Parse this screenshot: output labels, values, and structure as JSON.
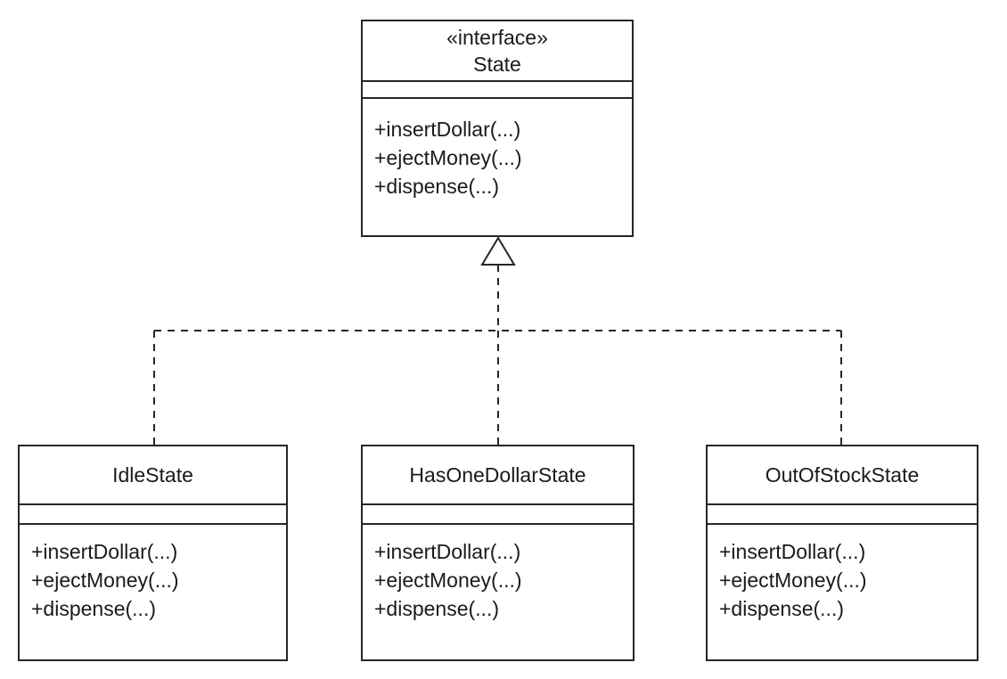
{
  "page": {
    "background_color": "#ffffff",
    "stroke_color": "#262626",
    "text_color": "#1a1a1a"
  },
  "diagram": {
    "type": "uml-class-diagram",
    "pattern": "State",
    "interface": {
      "stereotype": "«interface»",
      "name": "State",
      "methods": [
        "+insertDollar(...)",
        "+ejectMoney(...)",
        "+dispense(...)"
      ]
    },
    "classes": [
      {
        "name": "IdleState",
        "methods": [
          "+insertDollar(...)",
          "+ejectMoney(...)",
          "+dispense(...)"
        ]
      },
      {
        "name": "HasOneDollarState",
        "methods": [
          "+insertDollar(...)",
          "+ejectMoney(...)",
          "+dispense(...)"
        ]
      },
      {
        "name": "OutOfStockState",
        "methods": [
          "+insertDollar(...)",
          "+ejectMoney(...)",
          "+dispense(...)"
        ]
      }
    ],
    "relationships": [
      {
        "type": "realization",
        "from": "IdleState",
        "to": "State"
      },
      {
        "type": "realization",
        "from": "HasOneDollarState",
        "to": "State"
      },
      {
        "type": "realization",
        "from": "OutOfStockState",
        "to": "State"
      }
    ]
  }
}
